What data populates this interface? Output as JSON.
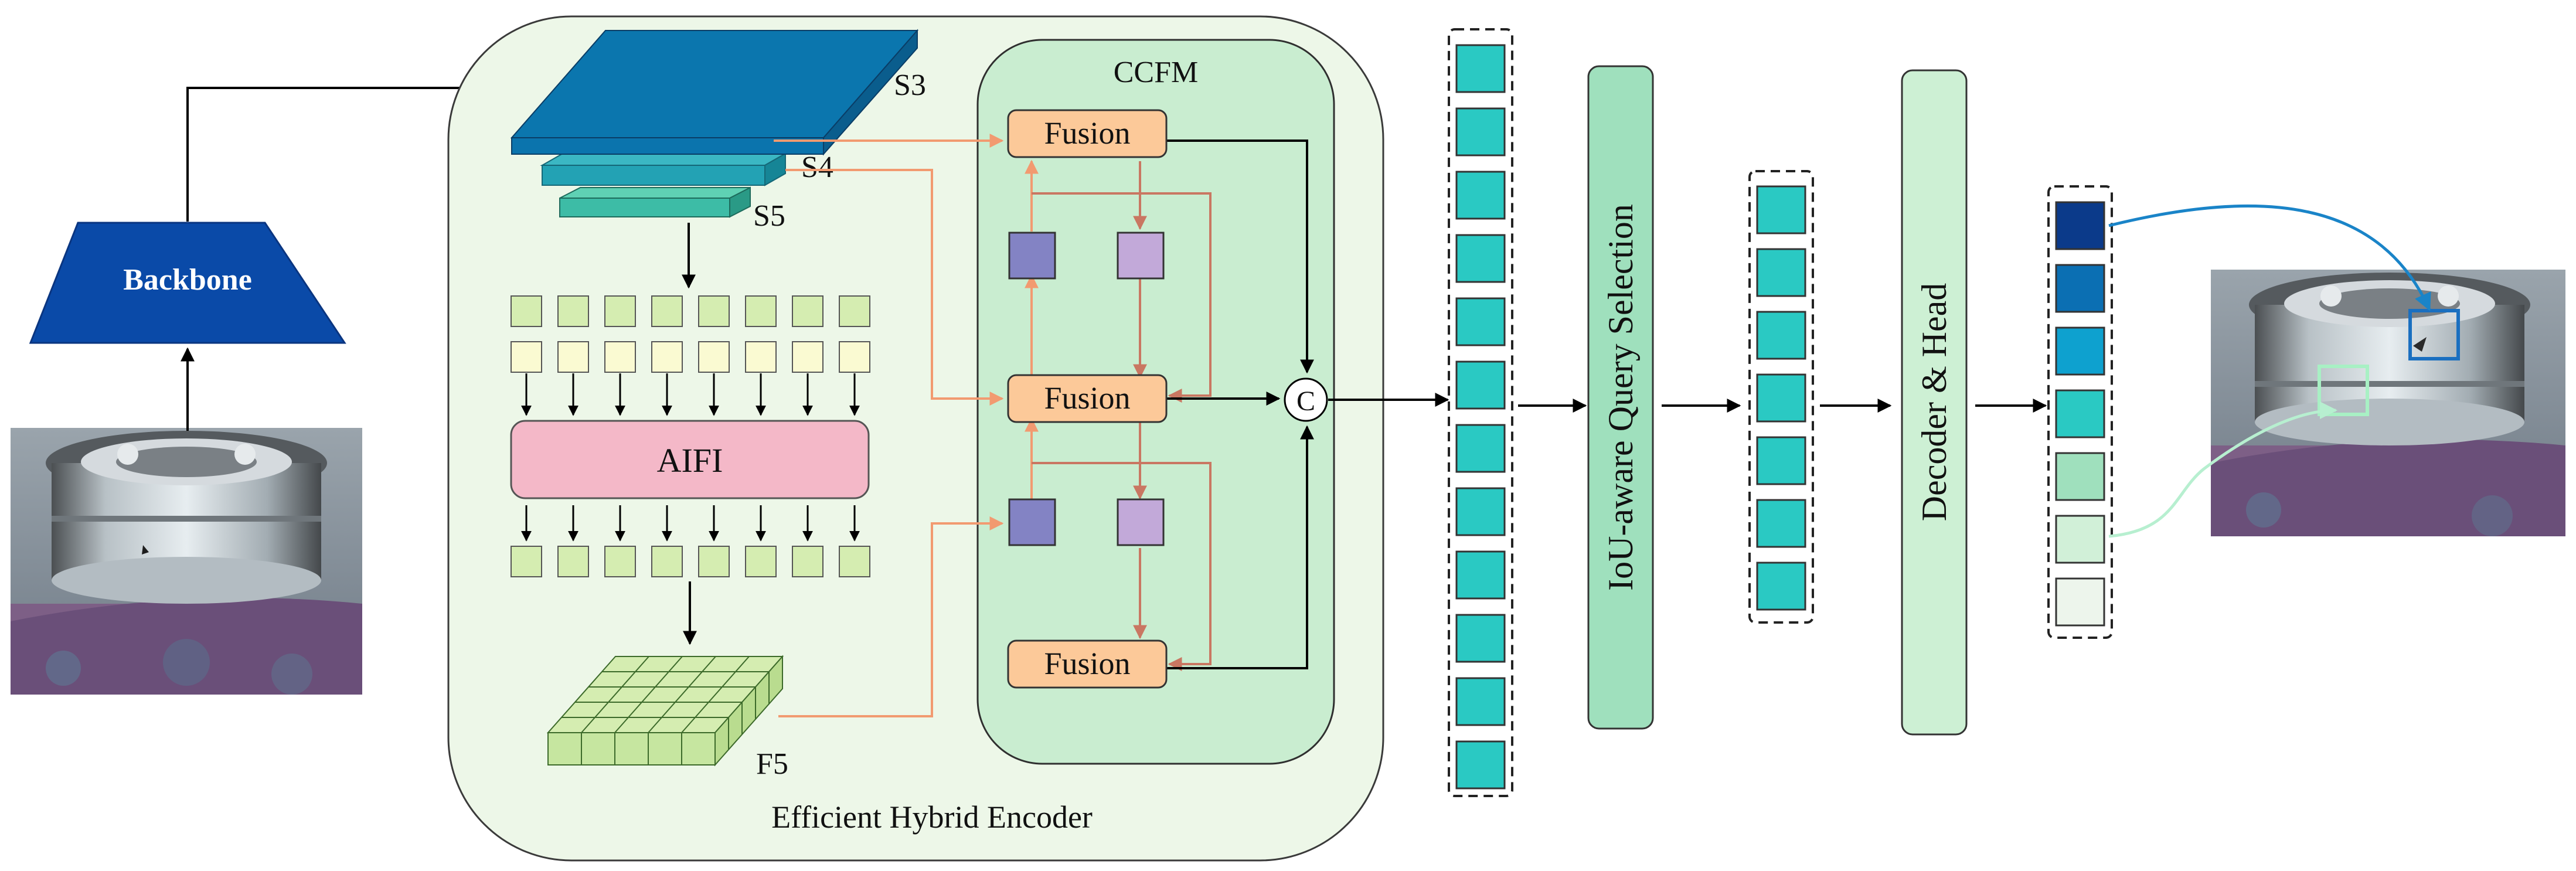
{
  "labels": {
    "backbone": "Backbone",
    "s3": "S3",
    "s4": "S4",
    "s5": "S5",
    "aifi": "AIFI",
    "f5": "F5",
    "ccfm": "CCFM",
    "fusion_top": "Fusion",
    "fusion_mid": "Fusion",
    "fusion_bot": "Fusion",
    "concat": "C",
    "encoder": "Efficient Hybrid Encoder",
    "query_selection": "IoU-aware Query Selection",
    "decoder_head": "Decoder & Head"
  },
  "colors": {
    "backbone": "#0a4aa8",
    "encoder_bg": "#edf7e8",
    "ccfm_bg": "#c9edd0",
    "fusion": "#fcc999",
    "aifi": "#f4b8c8",
    "token_green": "#d5edb1",
    "token_yellow": "#fafad2",
    "teal_token": "#2ac9c3",
    "qs_box": "#9fe0bd",
    "decoder_box": "#cdf0d4",
    "orange_arrow": "#f29a70",
    "brown_arrow": "#c97762",
    "purple_dark": "#8383c4",
    "purple_light": "#c2a9d9"
  },
  "images": {
    "input_photo": "bearing-photo",
    "output_photo": "bearing-photo-with-detections"
  }
}
